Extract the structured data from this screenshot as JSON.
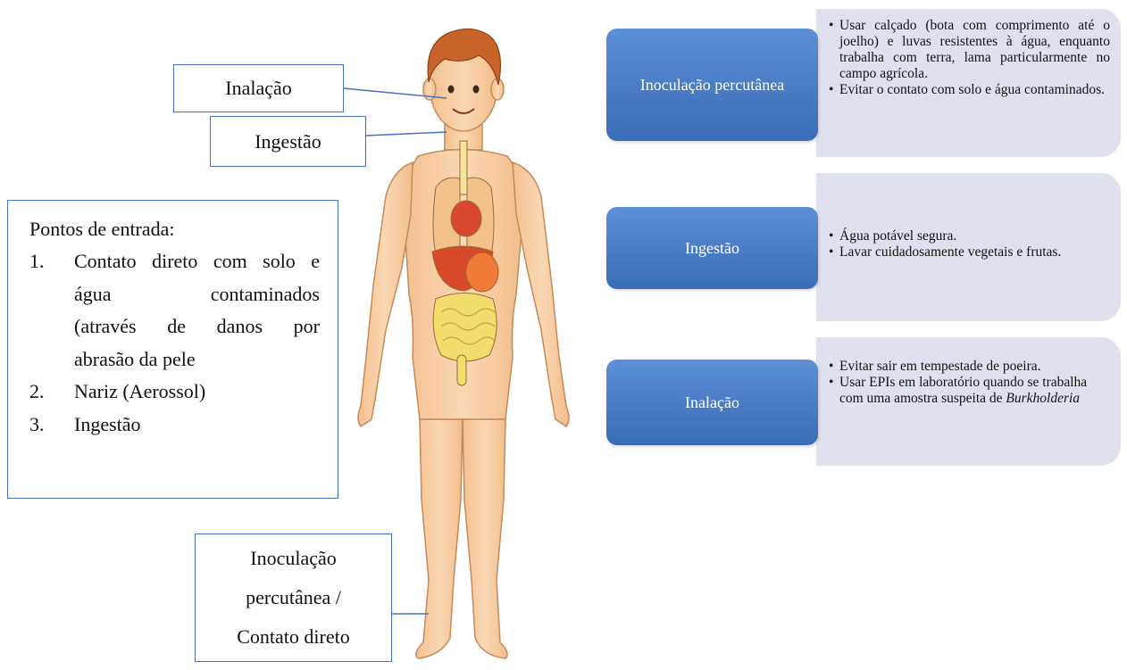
{
  "labels": {
    "inalacao": "Inalação",
    "ingestao": "Ingestão",
    "inoculacao_line1": "Inoculação",
    "inoculacao_line2": "percutânea /",
    "inoculacao_line3": "Contato direto"
  },
  "entry_points": {
    "title": "Pontos de entrada:",
    "items": [
      {
        "num": "1.",
        "line1": "Contato direto com solo e",
        "line2": "água contaminados",
        "line3": "(através de danos por",
        "line4": "abrasão da pele"
      },
      {
        "num": "2.",
        "text": "Nariz (Aerossol)"
      },
      {
        "num": "3.",
        "text": "Ingestão"
      }
    ]
  },
  "prevention": [
    {
      "route": "Inoculação percutânea",
      "bullets": [
        "Usar calçado (bota com comprimento até o joelho) e luvas resistentes à água, enquanto trabalha com terra, lama particularmente no campo agrícola.",
        "Evitar o contato com solo e água contaminados."
      ]
    },
    {
      "route": "Ingestão",
      "bullets": [
        "Água potável segura.",
        "Lavar cuidadosamente vegetais e frutas."
      ]
    },
    {
      "route": "Inalação",
      "bullets": [
        "Evitar sair em tempestade de poeira.",
        "Usar EPIs em laboratório quando se trabalha com uma amostra suspeita de"
      ],
      "italic_term": "Burkholderia"
    }
  ],
  "colors": {
    "box_border": "#4472c4",
    "route_box": "#3b6cb7",
    "panel": "#dfe2ee",
    "skin": "#f7cfa3",
    "hair": "#c8642a"
  }
}
